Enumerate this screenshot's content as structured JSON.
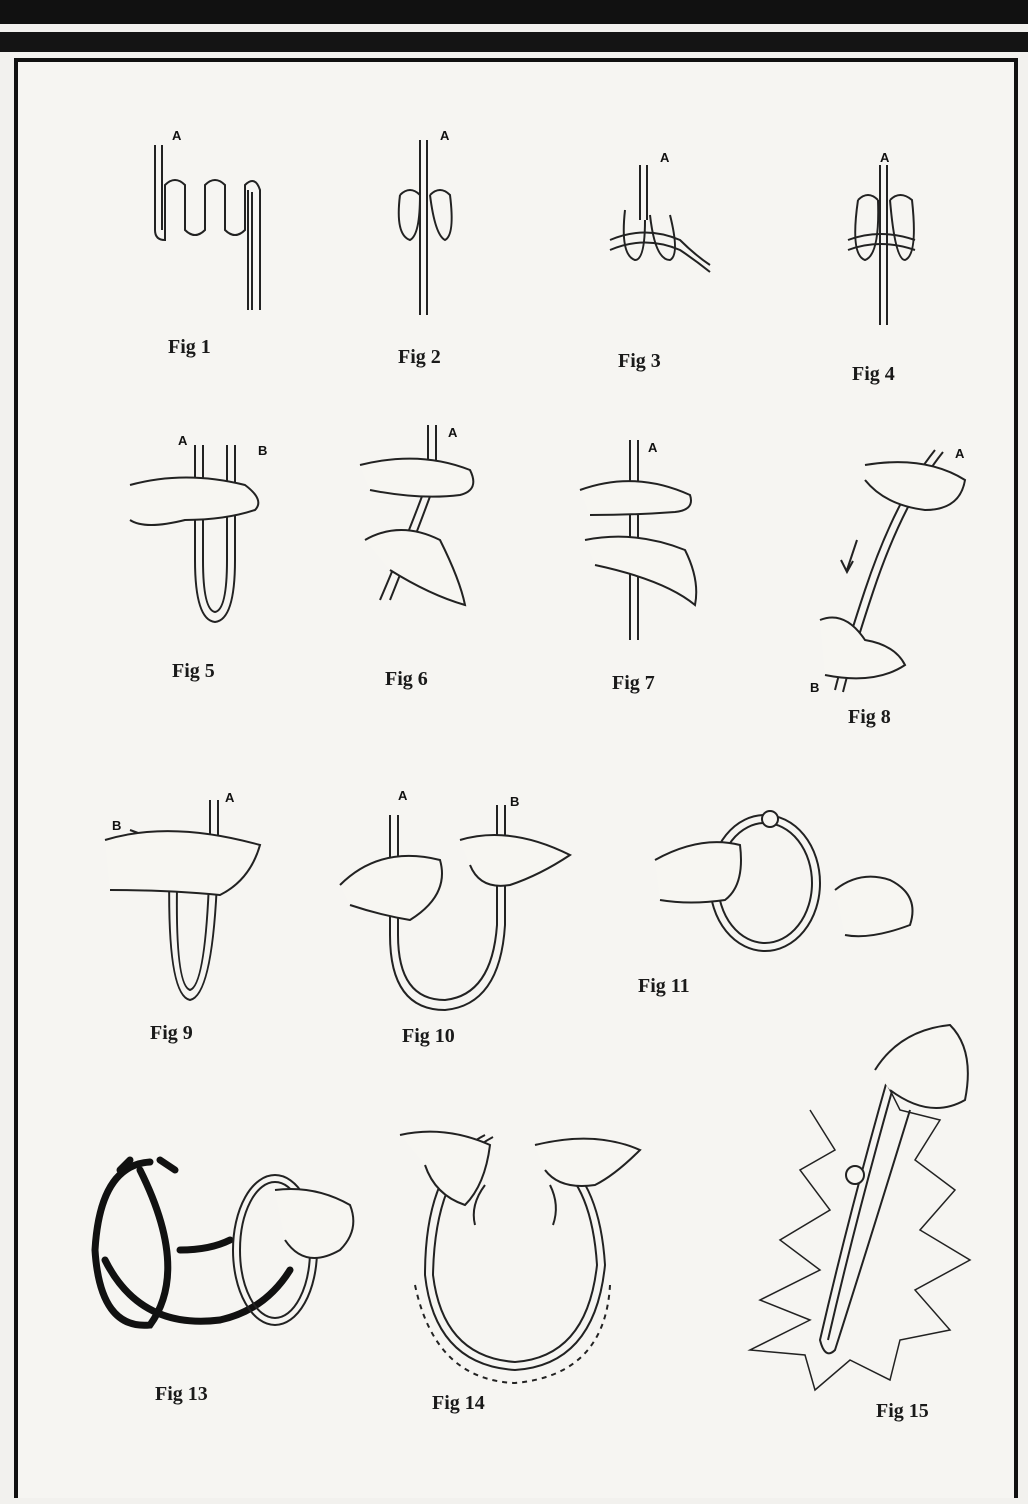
{
  "figures": [
    {
      "id": "fig1",
      "caption": "Fig 1",
      "letters": [
        "A"
      ]
    },
    {
      "id": "fig2",
      "caption": "Fig 2",
      "letters": [
        "A"
      ]
    },
    {
      "id": "fig3",
      "caption": "Fig 3",
      "letters": [
        "A"
      ]
    },
    {
      "id": "fig4",
      "caption": "Fig 4",
      "letters": [
        "A"
      ]
    },
    {
      "id": "fig5",
      "caption": "Fig 5",
      "letters": [
        "A",
        "B"
      ]
    },
    {
      "id": "fig6",
      "caption": "Fig 6",
      "letters": [
        "A"
      ]
    },
    {
      "id": "fig7",
      "caption": "Fig 7",
      "letters": [
        "A"
      ]
    },
    {
      "id": "fig8",
      "caption": "Fig 8",
      "letters": [
        "A",
        "B"
      ]
    },
    {
      "id": "fig9",
      "caption": "Fig 9",
      "letters": [
        "A",
        "B"
      ]
    },
    {
      "id": "fig10",
      "caption": "Fig 10",
      "letters": [
        "A",
        "B"
      ]
    },
    {
      "id": "fig11",
      "caption": "Fig 11",
      "letters": []
    },
    {
      "id": "fig13",
      "caption": "Fig 13",
      "letters": []
    },
    {
      "id": "fig14",
      "caption": "Fig 14",
      "letters": []
    },
    {
      "id": "fig15",
      "caption": "Fig 15",
      "letters": []
    }
  ]
}
